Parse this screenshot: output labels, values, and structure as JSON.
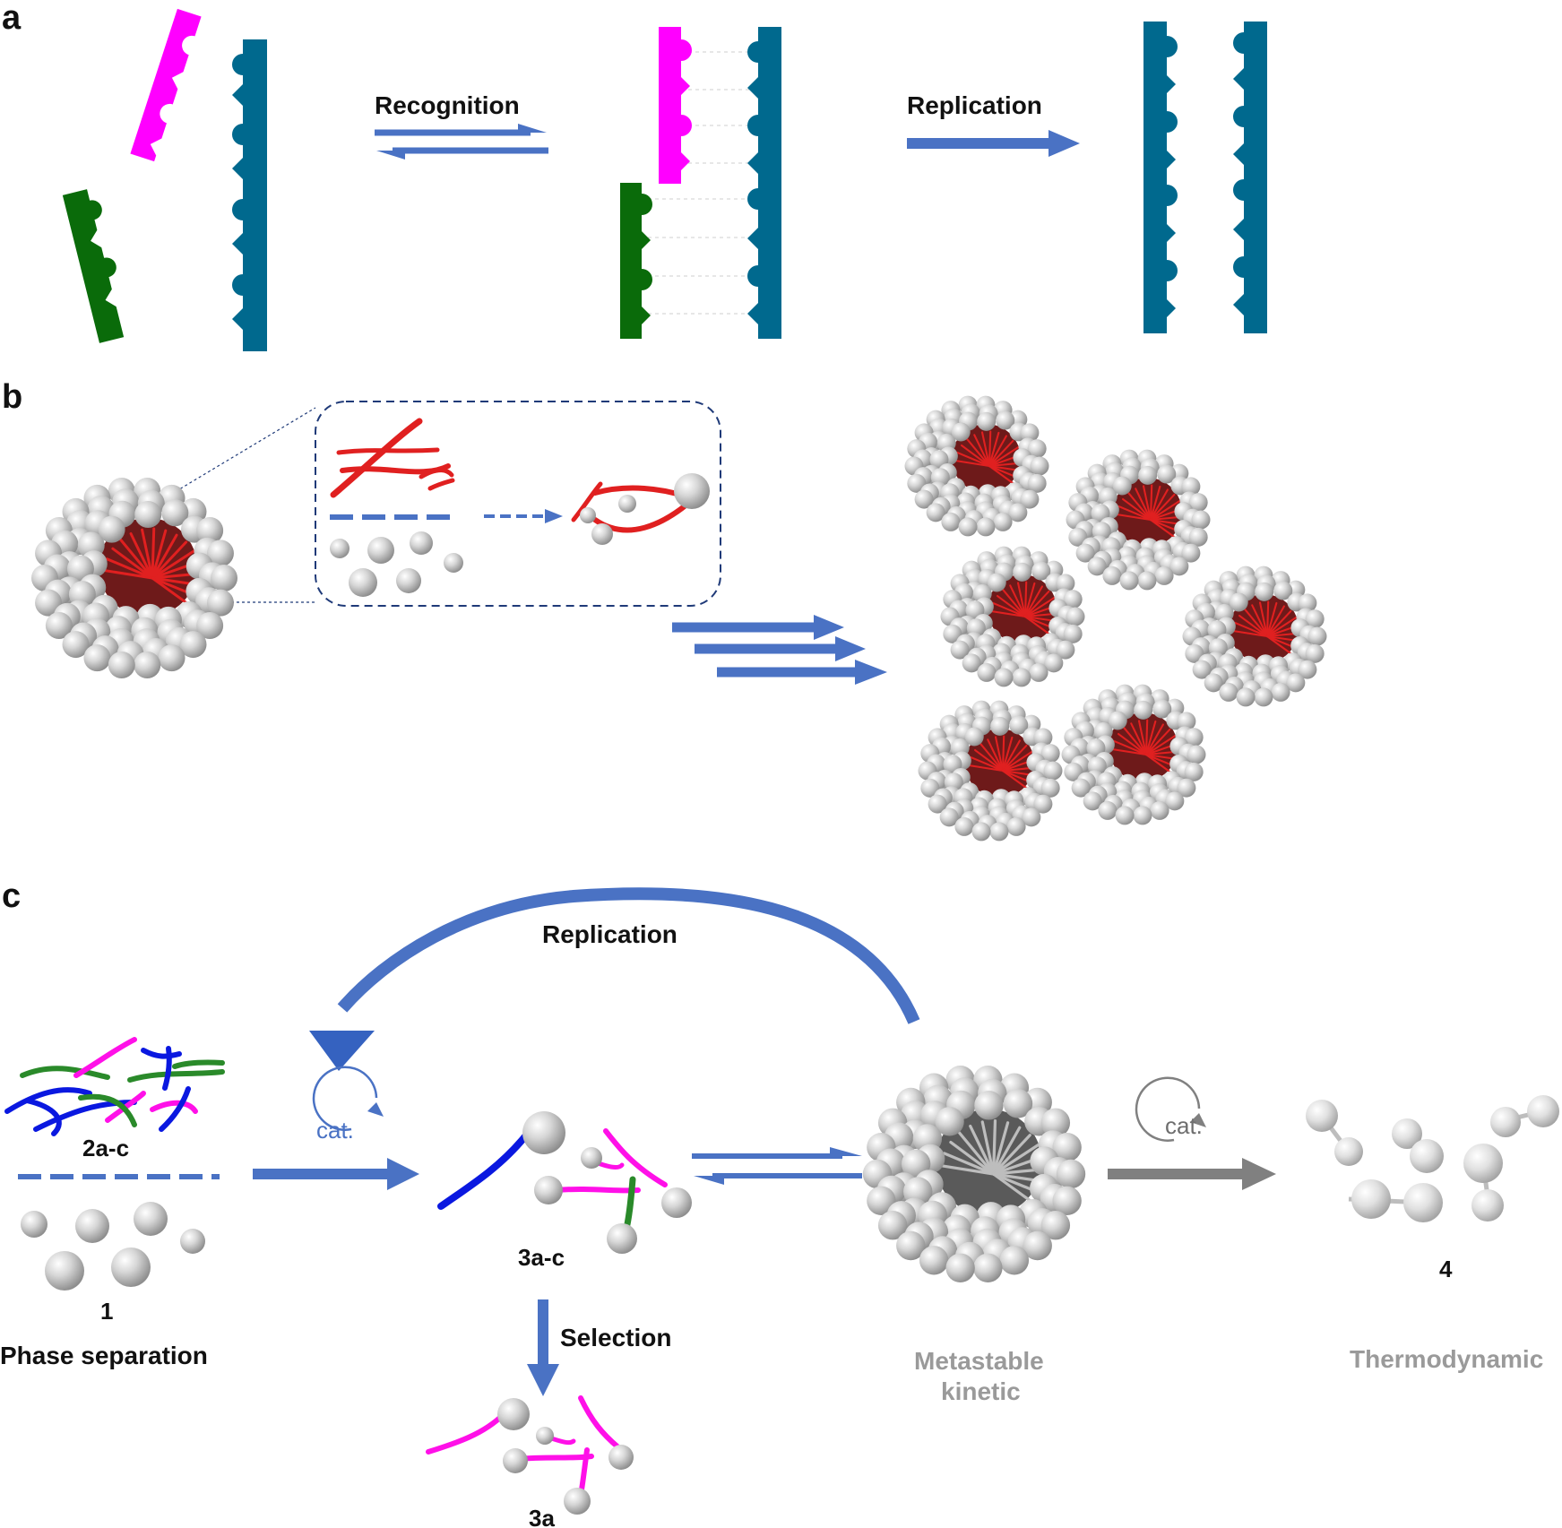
{
  "panels": {
    "a": {
      "letter": "a",
      "recognition_label": "Recognition",
      "replication_label": "Replication",
      "colors": {
        "template": "#00698e",
        "magenta": "#ff00ff",
        "green": "#0a6b0a",
        "arrow": "#4a72c4"
      }
    },
    "b": {
      "letter": "b"
    },
    "c": {
      "letter": "c",
      "replication_label": "Replication",
      "cat_label_left": "cat.",
      "cat_label_right": "cat.",
      "label_2ac": "2a-c",
      "label_1": "1",
      "phase_separation": "Phase separation",
      "label_3ac": "3a-c",
      "selection_label": "Selection",
      "label_3a": "3a",
      "metastable_line1": "Metastable",
      "metastable_line2": "kinetic",
      "label_4": "4",
      "thermodynamic": "Thermodynamic",
      "colors": {
        "arrow": "#4a72c4",
        "grey_arrow": "#808080",
        "blue_strand": "#0a18e0",
        "magenta_strand": "#ff10e8",
        "green_strand": "#2a8a2a",
        "red_strand": "#e02020"
      }
    }
  }
}
